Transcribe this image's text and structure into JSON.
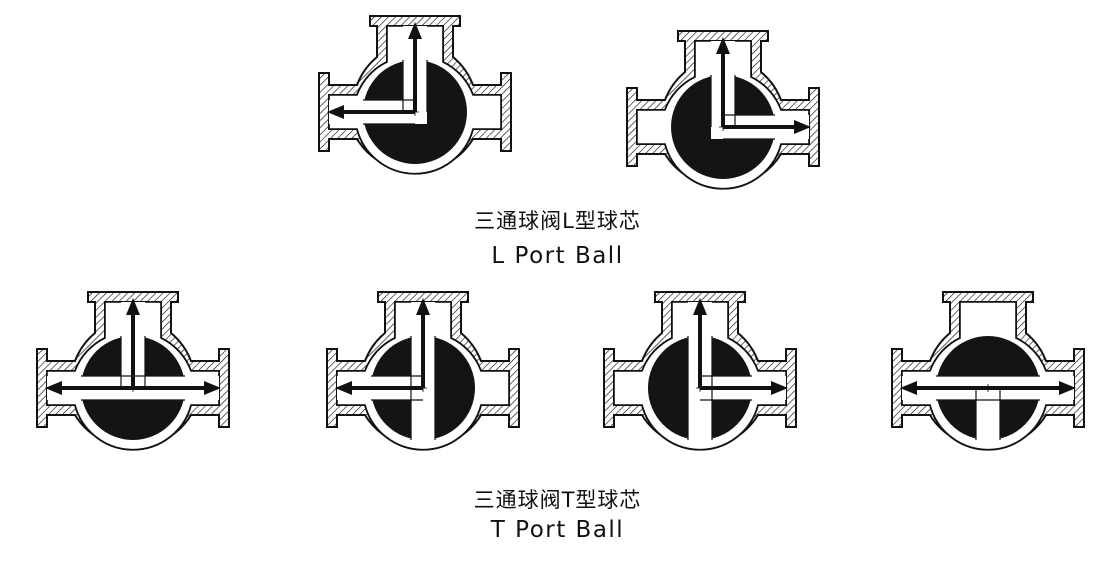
{
  "l_port": {
    "caption_cn": "三通球阀L型球芯",
    "caption_en": "L Port Ball",
    "valves": [
      {
        "name": "l-port-up-left",
        "channels": [
          "up",
          "left"
        ],
        "arrows": [
          "up",
          "left"
        ]
      },
      {
        "name": "l-port-up-right",
        "channels": [
          "up",
          "right"
        ],
        "arrows": [
          "up",
          "right"
        ]
      }
    ]
  },
  "t_port": {
    "caption_cn": "三通球阀T型球芯",
    "caption_en": "T Port Ball",
    "valves": [
      {
        "name": "t-port-up-left-right",
        "channels": [
          "up",
          "left",
          "right"
        ],
        "arrows": [
          "up",
          "left",
          "right"
        ]
      },
      {
        "name": "t-port-up-left-down",
        "channels": [
          "up",
          "left",
          "down"
        ],
        "arrows": [
          "up",
          "left"
        ]
      },
      {
        "name": "t-port-up-right-down",
        "channels": [
          "up",
          "right",
          "down"
        ],
        "arrows": [
          "up",
          "right"
        ]
      },
      {
        "name": "t-port-left-right-down",
        "channels": [
          "left",
          "right",
          "down"
        ],
        "arrows": [
          "left",
          "right"
        ]
      }
    ]
  },
  "colors": {
    "ink": "#111111",
    "ball": "#141414",
    "body_bg": "#ffffff"
  }
}
